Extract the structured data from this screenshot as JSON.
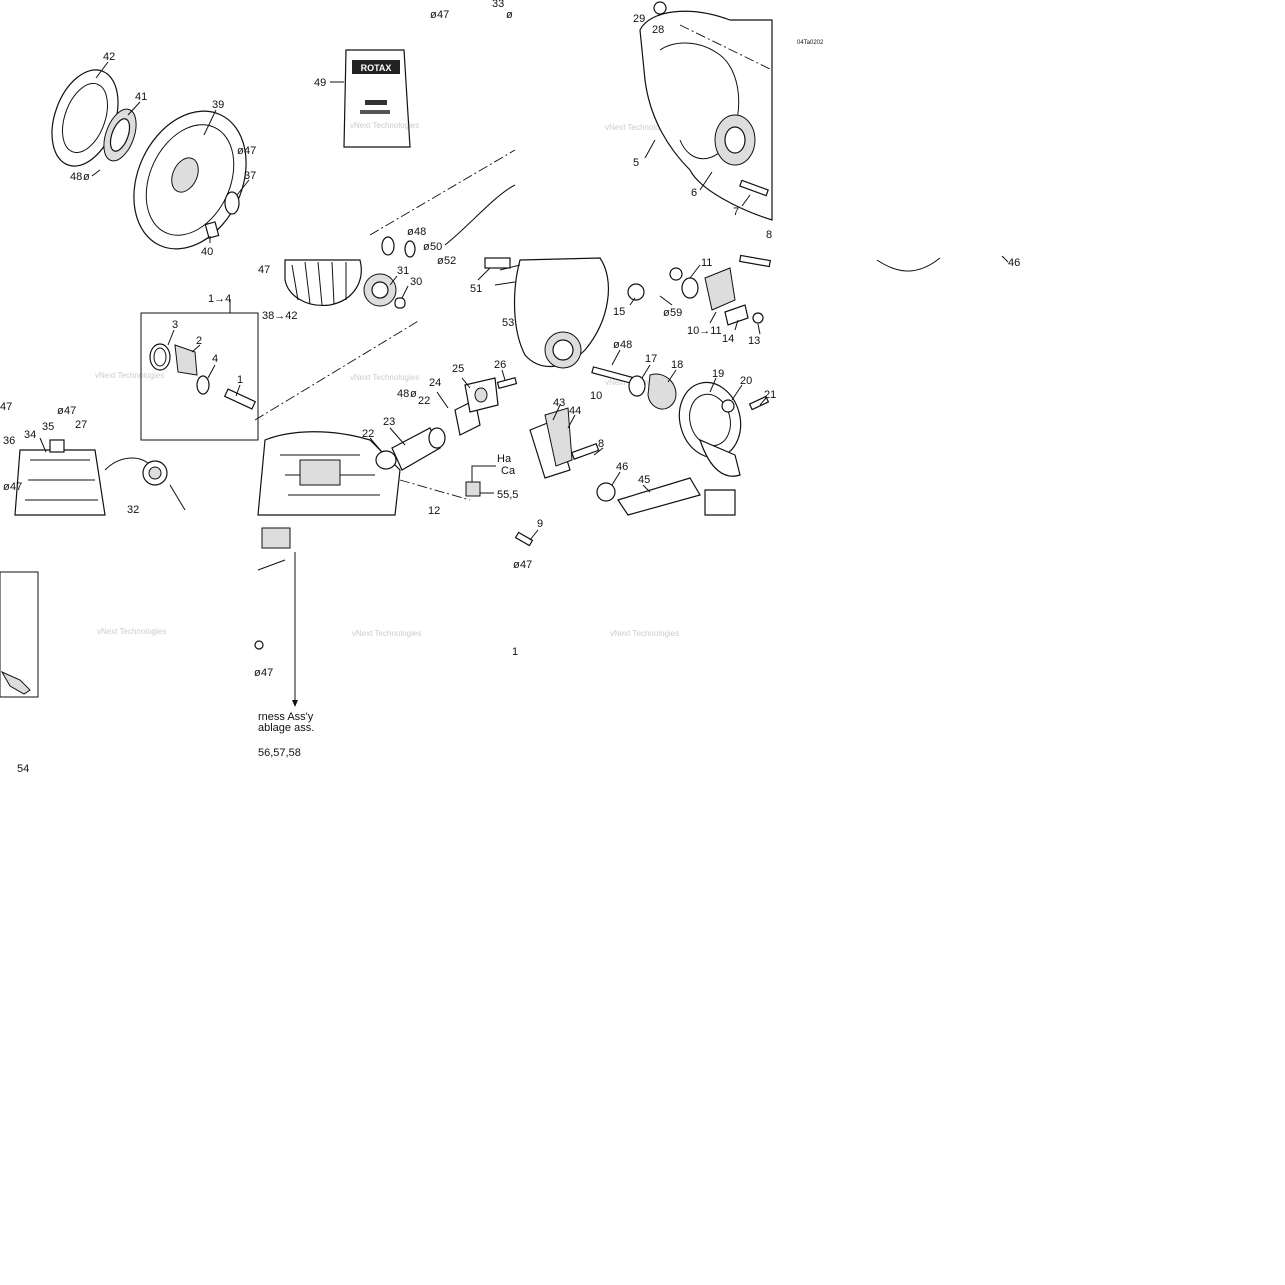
{
  "diagram_code": "04Ta0202",
  "brand_label": "ROTAX",
  "watermark": "vNext Technologies",
  "drop_symbol": "ø",
  "arrow_symbol": "→",
  "harness_note": {
    "line1": "rness Ass'y",
    "line2": "ablage ass.",
    "ref": "56,57,58",
    "partial1": "Ha",
    "partial2": "Ca"
  },
  "labels": {
    "p1": "1",
    "p2": "2",
    "p3": "3",
    "p4": "4",
    "p5": "5",
    "p6": "6",
    "p7": "7",
    "p8": "8",
    "p8b": "8",
    "p9": "9",
    "p10": "10",
    "p11": "11",
    "p12": "12",
    "p13": "13",
    "p14": "14",
    "p15": "15",
    "p17": "17",
    "p18": "18",
    "p19": "19",
    "p20": "20",
    "p21": "21",
    "p22": "22",
    "p22b": "22",
    "p23": "23",
    "p24": "24",
    "p25": "25",
    "p26": "26",
    "p27": "27",
    "p28": "28",
    "p29": "29",
    "p30": "30",
    "p31": "31",
    "p32": "32",
    "p33": "33",
    "p34": "34",
    "p35": "35",
    "p36": "36",
    "p37": "37",
    "p39": "39",
    "p40": "40",
    "p41": "41",
    "p42": "42",
    "p43": "43",
    "p44": "44",
    "p45": "45",
    "p46": "46",
    "p46b": "46",
    "p47": "47",
    "p47b": "47",
    "p47c": "47",
    "p47d": "47",
    "p47e": "47",
    "p47f": "47",
    "p47g": "47",
    "p48": "48",
    "p48b": "48",
    "p48c": "48",
    "p48d": "48",
    "p49": "49",
    "p50": "50",
    "p51": "51",
    "p52": "52",
    "p53": "53",
    "p54": "54",
    "p55": "55,5",
    "p59": "59",
    "p1c": "1",
    "p10c": "10",
    "r1_4": "1→4",
    "r38_42": "38→42",
    "r10_11": "10→11"
  }
}
